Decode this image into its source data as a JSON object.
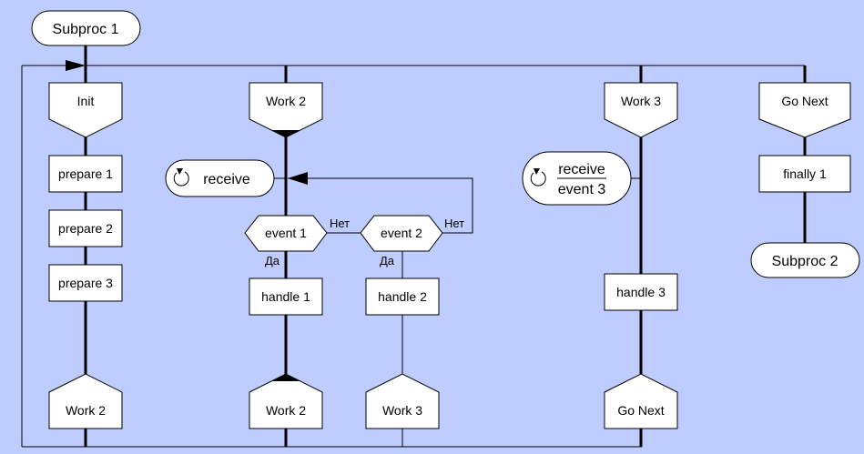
{
  "start": "Subproc 1",
  "end": "Subproc 2",
  "branches": {
    "b1": {
      "title": "Init",
      "actions": [
        "prepare 1",
        "prepare 2",
        "prepare 3"
      ],
      "next": "Work 2"
    },
    "b2": {
      "title": "Work 2",
      "next": "Work 2"
    },
    "b3": {
      "title": "Work 3",
      "next": "Go Next"
    },
    "b4": {
      "title": "Go Next",
      "actions": [
        "finally 1"
      ]
    }
  },
  "receive1": {
    "text": "receive"
  },
  "receive2": {
    "line1": "receive",
    "line2": "event 3"
  },
  "event1": {
    "label": "event 1",
    "no": "Нет",
    "yes": "Да",
    "action": "handle 1"
  },
  "event2": {
    "label": "event 2",
    "no": "Нет",
    "yes": "Да",
    "action": "handle 2",
    "next": "Work 3"
  },
  "event3": {
    "action": "handle 3"
  }
}
